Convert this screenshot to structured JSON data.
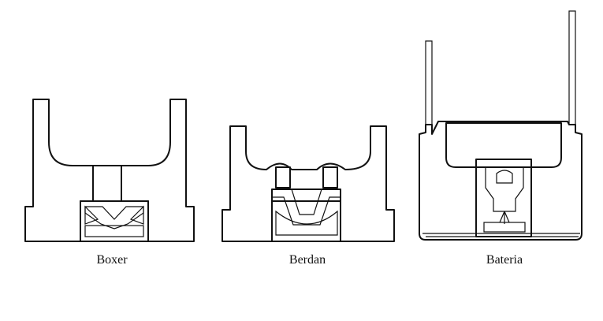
{
  "diagram": {
    "labels": {
      "boxer": "Boxer",
      "berdan": "Berdan",
      "bateria": "Bateria"
    }
  }
}
